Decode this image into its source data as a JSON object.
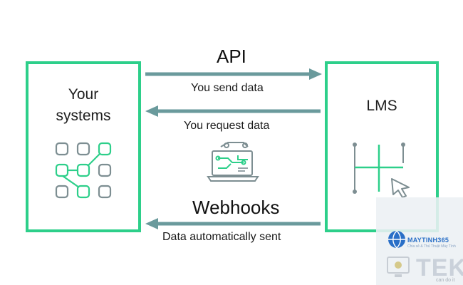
{
  "left_box": {
    "title_line1": "Your",
    "title_line2": "systems"
  },
  "right_box": {
    "title": "LMS"
  },
  "flows": {
    "api_title": "API",
    "send_label": "You send data",
    "request_label": "You request data",
    "webhooks_title": "Webhooks",
    "auto_label": "Data automatically sent"
  },
  "watermark": {
    "brand": "MAYTINH365",
    "tagline": "Chia sẻ & Thủ Thuật Máy Tính",
    "big_text": "TEKY",
    "sub_text": "can do it"
  },
  "colors": {
    "box_border": "#2dcf8a",
    "arrow": "#6a9a9c",
    "icon_gray": "#7d8e92",
    "icon_green": "#2dcf8a"
  },
  "icons": {
    "systems_icon": "node-grid-icon",
    "center_icon": "laptop-circuit-icon",
    "lms_icon": "grid-cursor-icon"
  }
}
